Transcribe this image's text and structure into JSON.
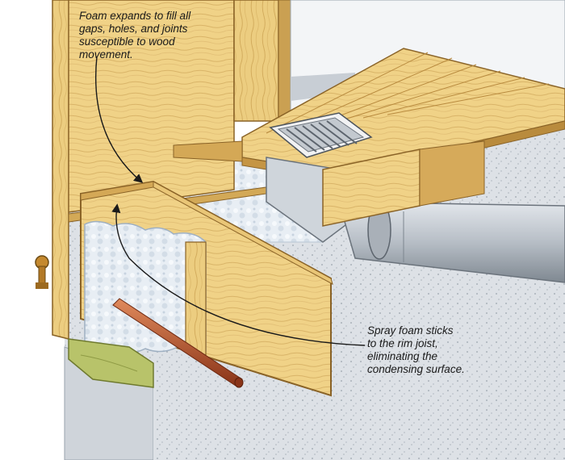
{
  "callouts": {
    "top": {
      "lines": [
        "Foam expands to fill all",
        "gaps, holes, and joints",
        "susceptible to wood",
        "movement."
      ]
    },
    "bottom": {
      "lines": [
        "Spray foam sticks",
        "to the rim joist,",
        "eliminating the",
        "condensing surface."
      ]
    }
  },
  "colors": {
    "wood_light": "#f3d793",
    "wood_mid": "#e6c171",
    "wood_dark": "#c99a4a",
    "wood_edge": "#8a6327",
    "foam": "#e6ecf2",
    "foam_shadow": "#b9c6d4",
    "concrete": "#d9dde2",
    "concrete_dark": "#b5bcc4",
    "duct": "#c6ccd3",
    "duct_dark": "#8e969f",
    "copper": "#b4542b",
    "sill_green": "#b8c36a",
    "ink": "#1a1a1a"
  }
}
